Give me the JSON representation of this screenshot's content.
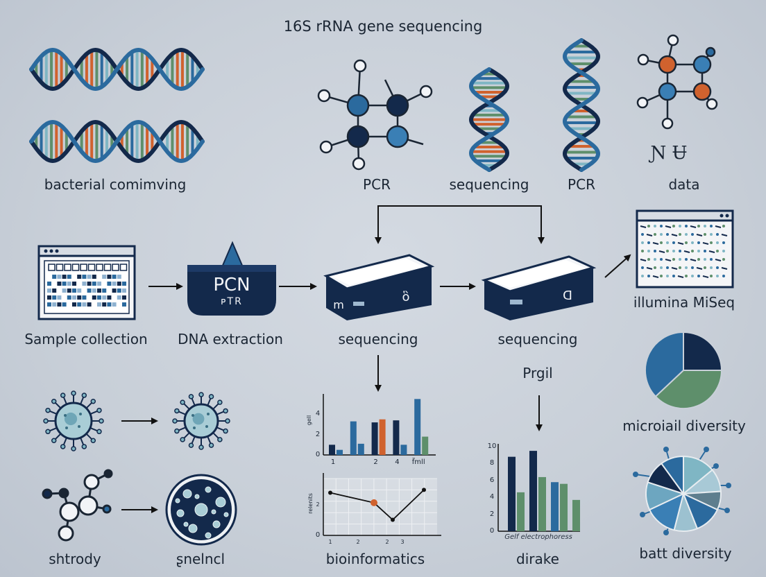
{
  "title": "16S rRNA gene sequencing",
  "labels": {
    "bacterial": "bacterial comimving",
    "pcr1": "PCR",
    "sequencing_top": "sequencing",
    "pcr2": "PCR",
    "data": "data",
    "data_glyphs": "Ɲ Ʉ",
    "sample": "Sample collection",
    "dna": "DNA extraction",
    "seq1": "sequencing",
    "seq2": "sequencing",
    "illumina": "illumina MiSeq",
    "prgil": "Prgil",
    "microbial": "microiail diversity",
    "shtrody": "shtrody",
    "snelncl": "ʂnelncl",
    "bioinformatics": "bioinformatics",
    "dirake": "dirake",
    "batt": "batt diversity",
    "box_pcn": "PCN",
    "box_rtr": "ᴩTR",
    "dev1_left": "m",
    "dev1_icon": "ὃ",
    "dev2_icon": "ᗡ"
  },
  "colors": {
    "navy": "#13294b",
    "blue": "#2b6a9e",
    "mid_blue": "#3a7fb5",
    "teal": "#7fb6c4",
    "green": "#5e8f6b",
    "orange": "#d0622e",
    "light": "#f2f4f7"
  },
  "chart_data": [
    {
      "type": "bar",
      "ylabel": "gell",
      "categories": [
        "1",
        "",
        "2",
        "4",
        "f̈mll"
      ],
      "series": [
        {
          "values": [
            1,
            3.3,
            3.2,
            3.4,
            5.5
          ]
        },
        {
          "values": [
            0.5,
            1.1,
            3.5,
            1,
            1.8
          ]
        }
      ],
      "ylim": [
        0,
        6
      ],
      "yticks": [
        "0",
        "2",
        "4"
      ]
    },
    {
      "type": "line",
      "ylabel": "relenits",
      "x": [
        1,
        1.7,
        2,
        2.5
      ],
      "xticks": [
        "1",
        "2",
        "2",
        "3"
      ],
      "values": [
        3,
        2.3,
        1.1,
        3.2
      ],
      "ylim": [
        0,
        4
      ],
      "yticks": [
        "0",
        "2"
      ]
    },
    {
      "type": "bar",
      "xlabel": "Gelf electrophoress",
      "categories": [
        "",
        "",
        "",
        ""
      ],
      "series": [
        {
          "values": [
            8.8,
            9.5,
            5.8,
            0
          ]
        },
        {
          "values": [
            4.6,
            6.4,
            5.6,
            3.7
          ]
        }
      ],
      "ylim": [
        0,
        10
      ],
      "yticks": [
        "0",
        "2",
        "4",
        "6",
        "8",
        "10"
      ]
    },
    {
      "type": "pie",
      "values": [
        25,
        38,
        37
      ],
      "colors": [
        "#13294b",
        "#5e8f6b",
        "#2b6a9e"
      ]
    },
    {
      "type": "pie",
      "values": [
        14,
        10,
        8,
        12,
        10,
        14,
        12,
        10,
        10
      ],
      "colors": [
        "#7fb6c4",
        "#a8c9d6",
        "#5e7e8e",
        "#2b6a9e",
        "#9cc1d0",
        "#3a7fb5",
        "#6da6c0",
        "#13294b",
        "#2b6a9e"
      ]
    }
  ]
}
